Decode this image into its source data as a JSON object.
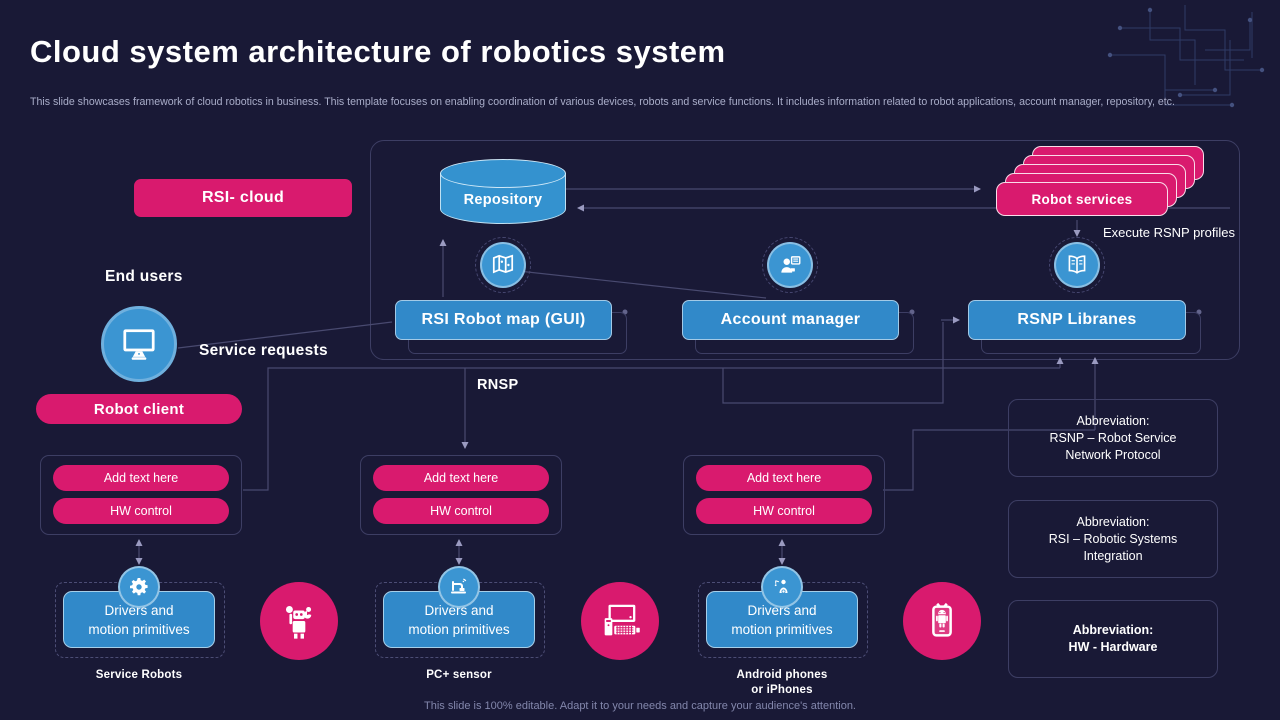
{
  "slide": {
    "title": "Cloud system architecture of robotics system",
    "subtitle": "This slide showcases framework of cloud robotics in business. This template focuses on enabling coordination of various devices, robots and service functions. It includes information related to robot applications, account manager, repository, etc.",
    "footer": "This slide is 100% editable.  Adapt it to your needs and capture your audience's attention."
  },
  "colors": {
    "background": "#191936",
    "pink": "#d91a6e",
    "blue": "#3189c9",
    "border": "#3d3e64",
    "connector": "#494a70"
  },
  "cloud": {
    "rsi_cloud": "RSI- cloud",
    "repository": "Repository",
    "robot_services": "Robot services",
    "execute_profiles": "Execute RSNP profiles",
    "robot_map": "RSI Robot map (GUI)",
    "account_manager": "Account manager",
    "rsnp_libraries": "RSNP Libranes"
  },
  "left_side": {
    "end_users": "End users",
    "service_requests": "Service requests",
    "robot_client": "Robot client",
    "rnsp": "RNSP"
  },
  "hw_groups": [
    {
      "add_text": "Add text here",
      "hw_control": "HW control"
    },
    {
      "add_text": "Add text here",
      "hw_control": "HW control"
    },
    {
      "add_text": "Add text here",
      "hw_control": "HW control"
    }
  ],
  "devices": [
    {
      "box_line1": "Drivers and",
      "box_line2": "motion primitives",
      "label_line1": "Service Robots",
      "label_line2": "",
      "icon": "gear-icon",
      "side_icon": "robot-icon"
    },
    {
      "box_line1": "Drivers and",
      "box_line2": "motion primitives",
      "label_line1": "PC+ sensor",
      "label_line2": "",
      "icon": "sensor-icon",
      "side_icon": "desktop-pc-icon"
    },
    {
      "box_line1": "Drivers and",
      "box_line2": "motion primitives",
      "label_line1": "Android phones",
      "label_line2": "or iPhones",
      "icon": "mobile-user-icon",
      "side_icon": "smartphone-android-icon"
    }
  ],
  "abbreviations": [
    {
      "heading": "Abbreviation:",
      "line1": "RSNP – Robot Service",
      "line2": "Network Protocol"
    },
    {
      "heading": "Abbreviation:",
      "line1": "RSI – Robotic Systems",
      "line2": "Integration"
    },
    {
      "heading": "Abbreviation:",
      "line1": "HW - Hardware",
      "line2": ""
    }
  ],
  "icons": {
    "top_row": [
      "map-icon",
      "account-manager-icon",
      "open-book-icon"
    ],
    "end_user": "monitor-icon",
    "decoration": "circuit-pattern"
  }
}
